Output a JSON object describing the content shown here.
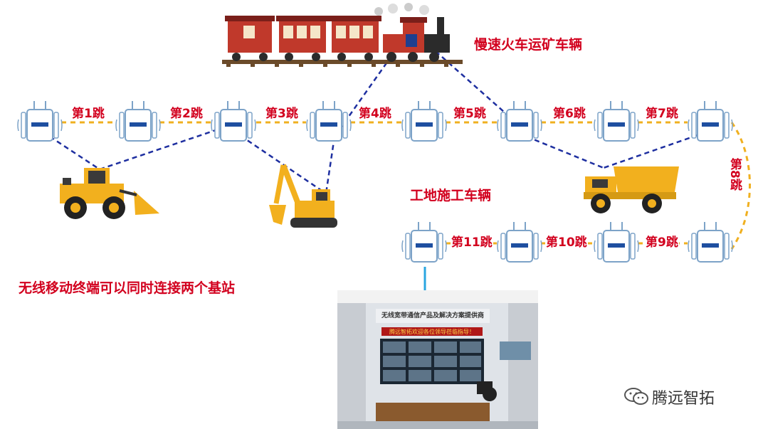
{
  "title_train": "慢速火车运矿车辆",
  "title_construction": "工地施工车辆",
  "caption_mobile": "无线移动终端可以同时连接两个基站",
  "hops": [
    "第1跳",
    "第2跳",
    "第3跳",
    "第4跳",
    "第5跳",
    "第6跳",
    "第7跳",
    "第8跳",
    "第9跳",
    "第10跳",
    "第11跳"
  ],
  "photo": {
    "banner": "无线宽带通信产品及解决方案提供商",
    "ticker": "腾远智拓欢迎各位领导莅临指导！"
  },
  "watermark": "腾远智拓",
  "colors": {
    "hop_text": "#d2001e",
    "mesh_link": "#f0b020",
    "wireless_link": "#1e2fa0",
    "wired_link": "#29a6e0"
  }
}
